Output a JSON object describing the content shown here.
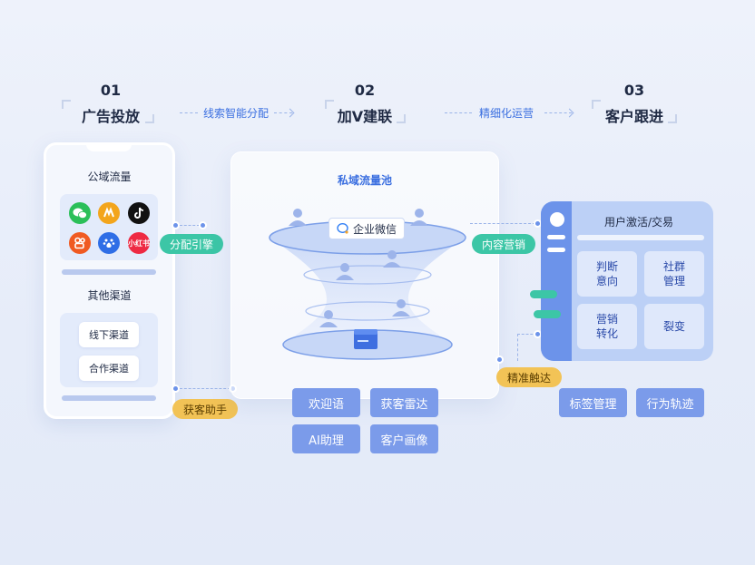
{
  "steps": [
    {
      "num": "01",
      "title": "广告投放"
    },
    {
      "num": "02",
      "title": "加V建联"
    },
    {
      "num": "03",
      "title": "客户跟进"
    }
  ],
  "connectors": {
    "step1_to_2": "线索智能分配",
    "step2_to_3": "精细化运营"
  },
  "phone": {
    "public_title": "公域流量",
    "apps": [
      {
        "icon": "wechat-icon",
        "color": "#2bbf59"
      },
      {
        "icon": "mini-app-icon",
        "color": "#f3a51c"
      },
      {
        "icon": "douyin-icon",
        "color": "#111111"
      },
      {
        "icon": "kuaishou-icon",
        "color": "#f05a22"
      },
      {
        "icon": "baidu-icon",
        "color": "#2f6ee6"
      },
      {
        "icon": "xiaohongshu-icon",
        "color": "#ee2a43",
        "text": "小红书"
      }
    ],
    "other_title": "其他渠道",
    "channels": [
      "线下渠道",
      "合作渠道"
    ]
  },
  "pills": {
    "distribute": "分配引擎",
    "acquire": "获客助手",
    "content": "内容营销",
    "precise": "精准触达"
  },
  "pool": {
    "title": "私域流量池",
    "badge": "企业微信",
    "features": [
      "欢迎语",
      "获客雷达",
      "AI助理",
      "客户画像"
    ]
  },
  "right": {
    "title": "用户激活/交易",
    "cells": [
      "判断\n意向",
      "社群\n管理",
      "营销\n转化",
      "裂变"
    ],
    "bottom": [
      "标签管理",
      "行为轨迹"
    ]
  },
  "colors": {
    "accent": "#3b6fe0",
    "green": "#3cc6a6",
    "yellow": "#f2c356",
    "blue_fill": "#7b9bea"
  }
}
